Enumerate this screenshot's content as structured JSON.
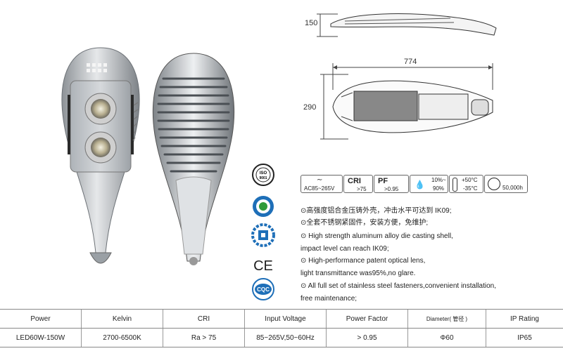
{
  "dimensions": {
    "height": "150",
    "length": "774",
    "width": "290"
  },
  "specs": {
    "voltage": "AC85~265V",
    "cri_label": "CRI",
    "cri_value": ">75",
    "pf_label": "PF",
    "pf_value": ">0.95",
    "humidity_top": "10%~",
    "humidity_bottom": "90%",
    "temp_top": "+50°C",
    "temp_bottom": "-35°C",
    "lifetime": "50,000h"
  },
  "certifications": [
    "ISO 9001",
    "CCC",
    "CE",
    "CQC"
  ],
  "features": [
    "⊙高强度铝合金压铸外壳，冲击水平可达到 IK09;",
    "⊙全套不锈钢紧固件，安装方便，免维护;",
    "⊙ High strength aluminum alloy die casting shell,",
    "impact level can reach IK09;",
    "⊙ High-performance patent optical lens,",
    "light transmittance was95%,no glare.",
    "⊙ All full set of stainless steel fasteners,convenient installation,",
    "free maintenance;"
  ],
  "table": {
    "headers": [
      "Power",
      "Kelvin",
      "CRI",
      "Input Voltage",
      "Power Factor",
      "Diameter( 管径 )",
      "IP Rating"
    ],
    "values": [
      "LED60W-150W",
      "2700-6500K",
      "Ra > 75",
      "85~265V,50~60Hz",
      "> 0.95",
      "Φ60",
      "IP65"
    ]
  }
}
